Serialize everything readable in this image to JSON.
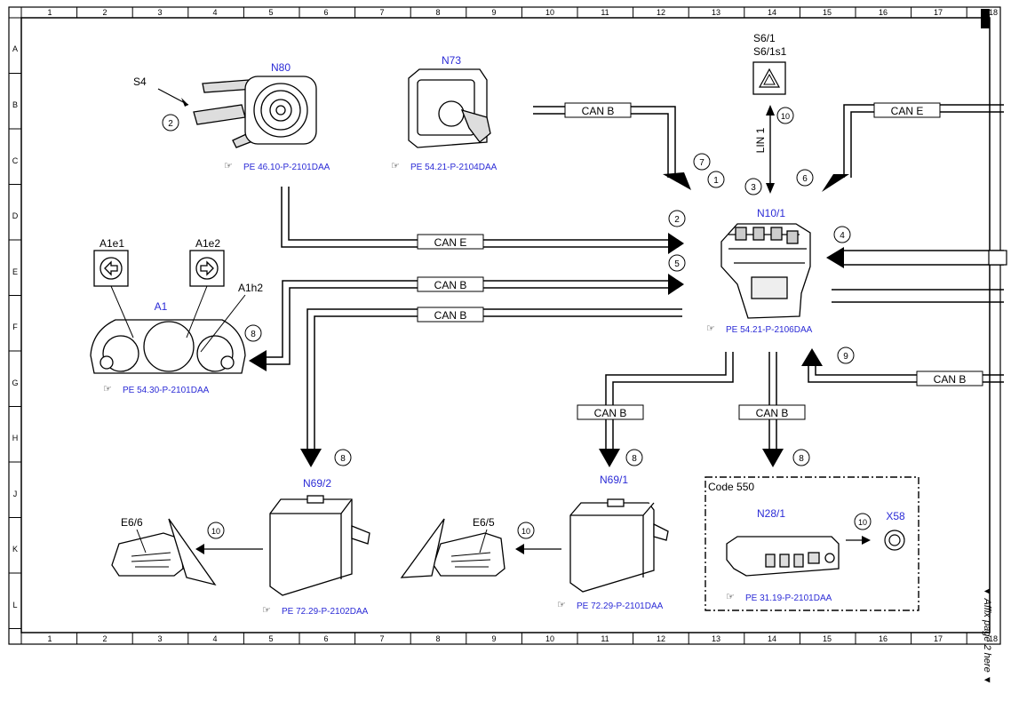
{
  "grid": {
    "columns": [
      "1",
      "2",
      "3",
      "4",
      "5",
      "6",
      "7",
      "8",
      "9",
      "10",
      "11",
      "12",
      "13",
      "14",
      "15",
      "16",
      "17",
      "18"
    ],
    "rows": [
      "A",
      "B",
      "C",
      "D",
      "E",
      "F",
      "G",
      "H",
      "J",
      "K",
      "L"
    ]
  },
  "side_note": "▼ Affix page 2 here ▼",
  "colors": {
    "blue": "#2b2bd6",
    "line": "#000000"
  },
  "components": {
    "n80": {
      "name": "N80",
      "ref": "PE 46.10-P-2101DAA",
      "switch": "S4"
    },
    "n73": {
      "name": "N73",
      "ref": "PE 54.21-P-2104DAA"
    },
    "s6": {
      "name1": "S6/1",
      "name2": "S6/1s1"
    },
    "n10": {
      "name": "N10/1",
      "ref": "PE 54.21-P-2106DAA"
    },
    "a1": {
      "name": "A1",
      "ref": "PE 54.30-P-2101DAA",
      "e1": "A1e1",
      "e2": "A1e2",
      "h2": "A1h2"
    },
    "n69_2": {
      "name": "N69/2",
      "ref": "PE 72.29-P-2102DAA"
    },
    "n69_1": {
      "name": "N69/1",
      "ref": "PE 72.29-P-2101DAA"
    },
    "n28": {
      "name": "N28/1",
      "ref": "PE 31.19-P-2101DAA",
      "code": "Code 550"
    },
    "x58": {
      "name": "X58"
    },
    "e66": {
      "name": "E6/6"
    },
    "e65": {
      "name": "E6/5"
    }
  },
  "bus_labels": {
    "can_b": "CAN B",
    "can_e": "CAN E",
    "lin": "LIN 1"
  },
  "circle_numbers": {
    "c1": "1",
    "c2": "2",
    "c2b": "2",
    "c3": "3",
    "c4": "4",
    "c5": "5",
    "c6": "6",
    "c7": "7",
    "c8a": "8",
    "c8b": "8",
    "c8c": "8",
    "c8d": "8",
    "c9": "9",
    "c10a": "10",
    "c10b": "10",
    "c10c": "10",
    "c10d": "10"
  }
}
